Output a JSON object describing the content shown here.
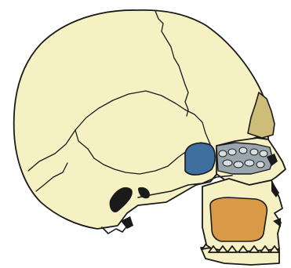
{
  "figure": {
    "subject": "skull-lateral-view",
    "colors": {
      "bone": "#f5f1c2",
      "outline": "#1a1a1a",
      "frontal_sinus": "#cdbd78",
      "sphenoid_sinus": "#3f6f9e",
      "ethmoid_air_cells": "#9aa6ad",
      "maxillary_sinus": "#d99a48"
    },
    "regions": [
      {
        "name": "frontal-sinus",
        "color_key": "frontal_sinus"
      },
      {
        "name": "sphenoid-sinus",
        "color_key": "sphenoid_sinus"
      },
      {
        "name": "ethmoid-air-cells",
        "color_key": "ethmoid_air_cells"
      },
      {
        "name": "maxillary-sinus",
        "color_key": "maxillary_sinus"
      }
    ]
  }
}
